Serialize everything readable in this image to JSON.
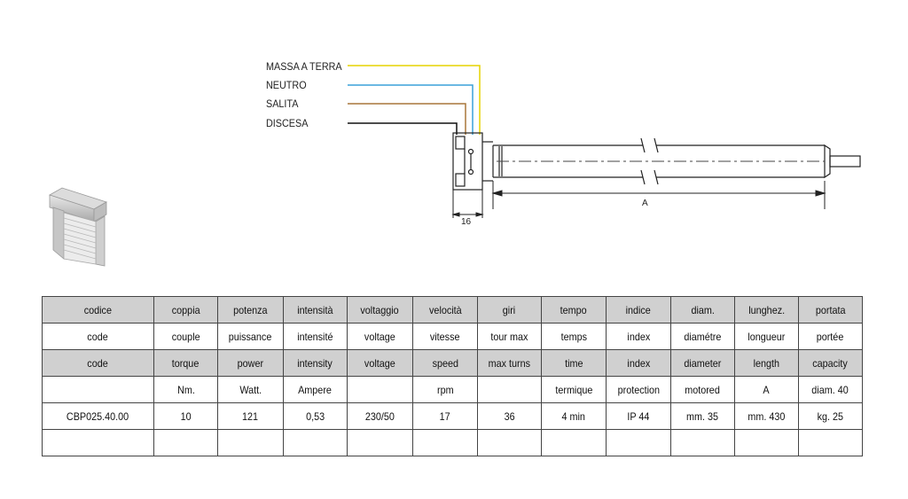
{
  "wiring": {
    "labels": [
      {
        "text": "MASSA A TERRA",
        "color": "#e6d400"
      },
      {
        "text": "NEUTRO",
        "color": "#3aa0d8"
      },
      {
        "text": "SALITA",
        "color": "#a8773a"
      },
      {
        "text": "DISCESA",
        "color": "#111111"
      }
    ]
  },
  "dimensions": {
    "head_width": "16",
    "length": "A"
  },
  "table": {
    "rows": [
      {
        "shaded": true,
        "cells": [
          "codice",
          "coppia",
          "potenza",
          "intensità",
          "voltaggio",
          "velocità",
          "giri",
          "tempo",
          "indice",
          "diam.",
          "lunghez.",
          "portata"
        ]
      },
      {
        "shaded": false,
        "cells": [
          "code",
          "couple",
          "puissance",
          "intensité",
          "voltage",
          "vitesse",
          "tour max",
          "temps",
          "index",
          "diamétre",
          "longueur",
          "portée"
        ]
      },
      {
        "shaded": true,
        "cells": [
          "code",
          "torque",
          "power",
          "intensity",
          "voltage",
          "speed",
          "max turns",
          "time",
          "index",
          "diameter",
          "length",
          "capacity"
        ]
      },
      {
        "shaded": false,
        "cells": [
          "",
          "Nm.",
          "Watt.",
          "Ampere",
          "",
          "rpm",
          "",
          "termique",
          "protection",
          "motored",
          "A",
          "diam. 40"
        ]
      },
      {
        "shaded": false,
        "cells": [
          "CBP025.40.00",
          "10",
          "121",
          "0,53",
          "230/50",
          "17",
          "36",
          "4 min",
          "IP 44",
          "mm.  35",
          "mm. 430",
          "kg. 25"
        ]
      },
      {
        "shaded": false,
        "cells": [
          "",
          "",
          "",
          "",
          "",
          "",
          "",
          "",
          "",
          "",
          "",
          ""
        ]
      }
    ]
  }
}
